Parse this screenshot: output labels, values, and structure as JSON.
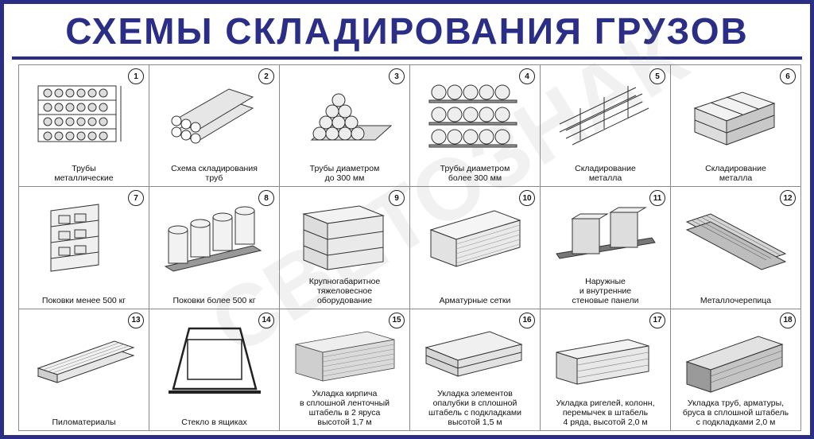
{
  "title": "СХЕМЫ СКЛАДИРОВАНИЯ ГРУЗОВ",
  "watermark": "СВЕТОЗНАК",
  "accent_color": "#2a2e86",
  "panels": [
    {
      "number": "1",
      "caption": "Трубы\nметаллические",
      "icon": "metal-pipes-rack-icon"
    },
    {
      "number": "2",
      "caption": "Схема складирования\nтруб",
      "icon": "pipe-stack-icon"
    },
    {
      "number": "3",
      "caption": "Трубы диаметром\nдо 300 мм",
      "icon": "small-pipes-pyramid-icon"
    },
    {
      "number": "4",
      "caption": "Трубы диаметром\nболее 300 мм",
      "icon": "large-pipes-tiers-icon"
    },
    {
      "number": "5",
      "caption": "Складирование\nметалла",
      "icon": "metal-beams-icon"
    },
    {
      "number": "6",
      "caption": "Складирование\nметалла",
      "icon": "metal-sheets-stack-icon"
    },
    {
      "number": "7",
      "caption": "Поковки менее 500 кг",
      "icon": "forgings-rack-icon"
    },
    {
      "number": "8",
      "caption": "Поковки более 500 кг",
      "icon": "large-forgings-cylinders-icon"
    },
    {
      "number": "9",
      "caption": "Крупногабаритное\nтяжеловесное\nоборудование",
      "icon": "crated-equipment-icon"
    },
    {
      "number": "10",
      "caption": "Арматурные сетки",
      "icon": "rebar-mesh-stack-icon"
    },
    {
      "number": "11",
      "caption": "Наружные\nи внутренние\nстеновые панели",
      "icon": "wall-panels-icon"
    },
    {
      "number": "12",
      "caption": "Металлочерепица",
      "icon": "metal-roof-tiles-icon"
    },
    {
      "number": "13",
      "caption": "Пиломатериалы",
      "icon": "lumber-stack-icon"
    },
    {
      "number": "14",
      "caption": "Стекло в ящиках",
      "icon": "glass-crate-icon"
    },
    {
      "number": "15",
      "caption": "Укладка кирпича\nв сплошной ленточный\nштабель в 2 яруса\nвысотой 1,7 м",
      "icon": "brick-stack-icon"
    },
    {
      "number": "16",
      "caption": "Укладка элементов\nопалубки в сплошной\nштабель с подкладками\nвысотой 1,5 м",
      "icon": "formwork-stack-icon"
    },
    {
      "number": "17",
      "caption": "Укладка ригелей, колонн,\nперемычек в штабель\n4 ряда, высотой 2,0 м",
      "icon": "beams-columns-stack-icon"
    },
    {
      "number": "18",
      "caption": "Укладка труб, арматуры,\nбруса в сплошной штабель\nс подкладками 2,0 м",
      "icon": "pipes-rebar-timber-stack-icon"
    }
  ]
}
